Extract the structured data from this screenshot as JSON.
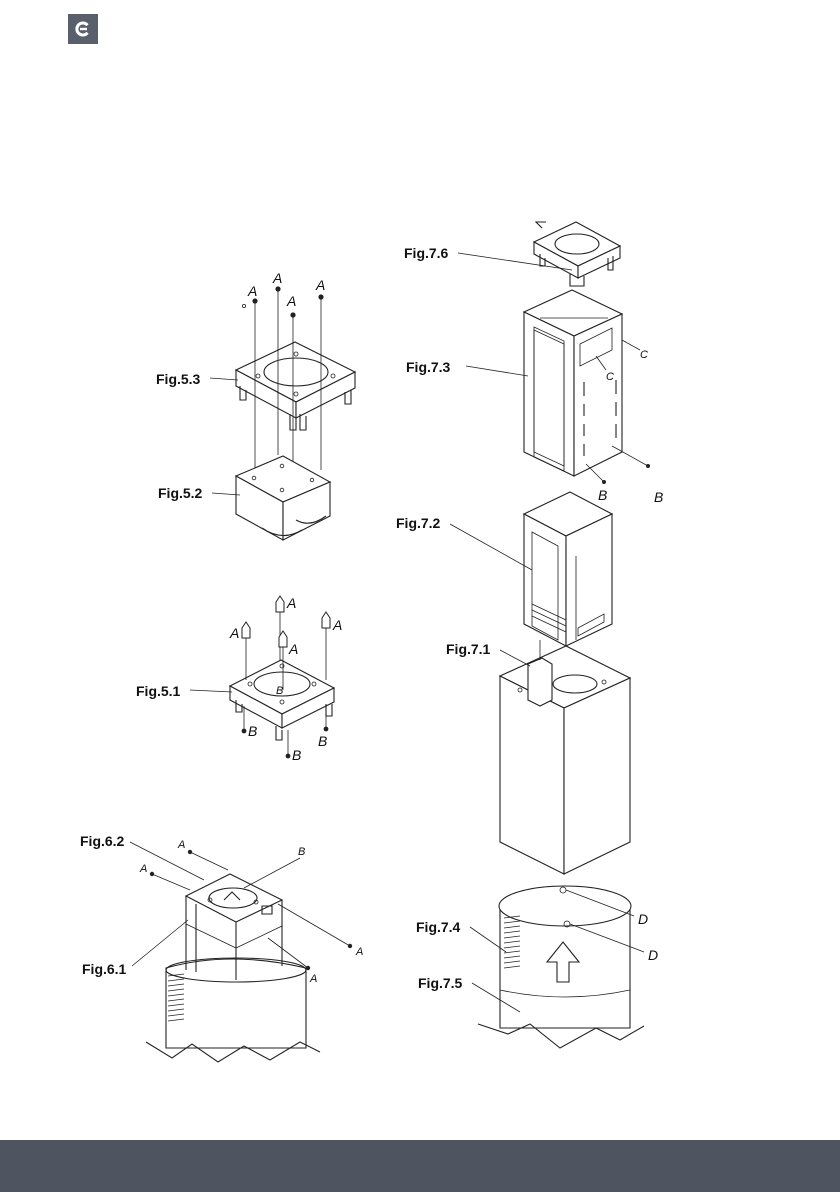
{
  "brand": {
    "logo_icon": "brand-logo-icon",
    "color": "#5a606b"
  },
  "figures": {
    "fig_5_3": "Fig.5.3",
    "fig_5_2": "Fig.5.2",
    "fig_5_1": "Fig.5.1",
    "fig_6_2": "Fig.6.2",
    "fig_6_1": "Fig.6.1",
    "fig_7_6": "Fig.7.6",
    "fig_7_3": "Fig.7.3",
    "fig_7_2": "Fig.7.2",
    "fig_7_1": "Fig.7.1",
    "fig_7_4": "Fig.7.4",
    "fig_7_5": "Fig.7.5"
  },
  "letters": {
    "a": "A",
    "b": "B",
    "c": "C",
    "d": "D"
  },
  "footer": {
    "color": "#4e5560"
  }
}
